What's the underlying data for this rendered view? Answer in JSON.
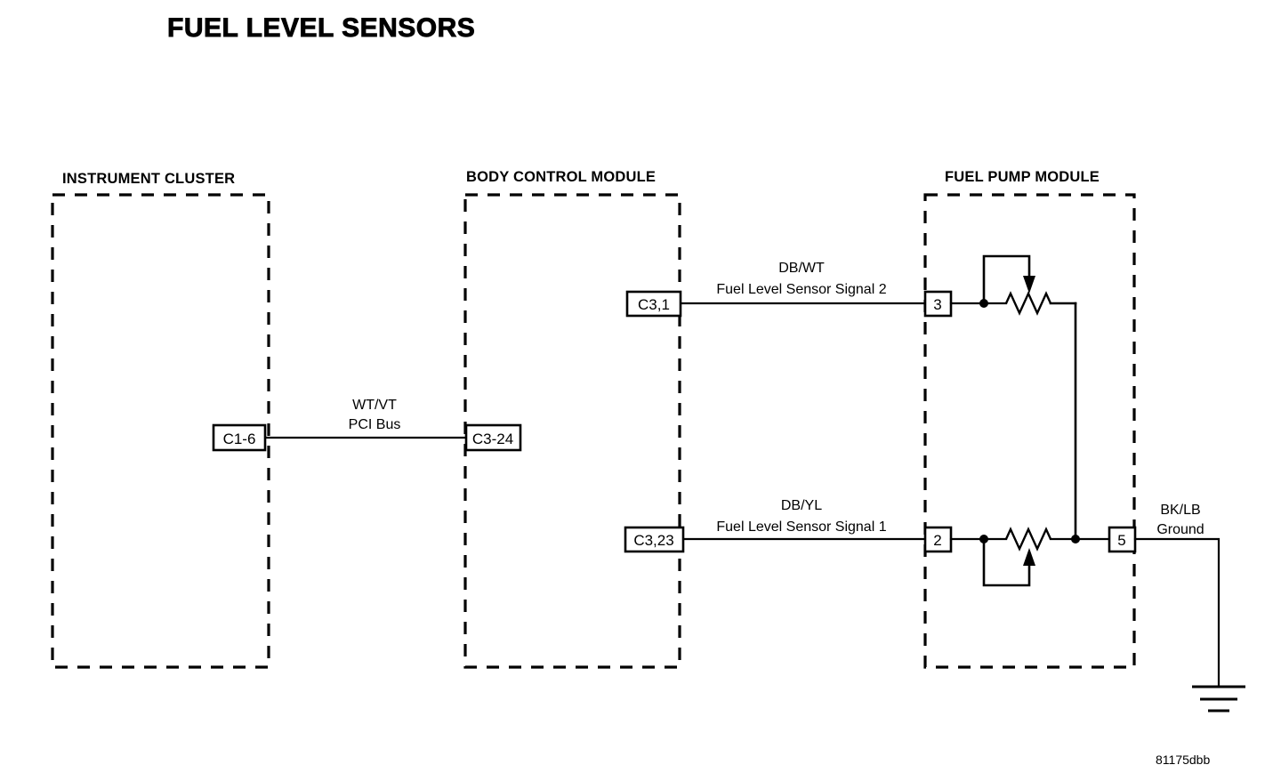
{
  "page": {
    "title": "FUEL LEVEL SENSORS",
    "figure_code": "81175dbb",
    "background_color": "#ffffff",
    "line_color": "#000000"
  },
  "modules": [
    {
      "id": "instrument-cluster",
      "title": "INSTRUMENT CLUSTER"
    },
    {
      "id": "body-control-module",
      "title": "BODY CONTROL MODULE"
    },
    {
      "id": "fuel-pump-module",
      "title": "FUEL PUMP MODULE"
    }
  ],
  "connectors": {
    "cluster_pci": "C1-6",
    "bcm_pci": "C3-24",
    "bcm_signal2": "C3,1",
    "bcm_signal1": "C3,23"
  },
  "pins": {
    "fuel_pump_3": "3",
    "fuel_pump_2": "2",
    "fuel_pump_5": "5"
  },
  "wires": [
    {
      "id": "pci-bus",
      "color_code": "WT/VT",
      "circuit_name": "PCI Bus",
      "from": "C1-6",
      "to": "C3-24"
    },
    {
      "id": "fuel-level-signal-2",
      "color_code": "DB/WT",
      "circuit_name": "Fuel Level Sensor Signal 2",
      "from": "C3,1",
      "to": "3"
    },
    {
      "id": "fuel-level-signal-1",
      "color_code": "DB/YL",
      "circuit_name": "Fuel Level Sensor Signal 1",
      "from": "C3,23",
      "to": "2"
    },
    {
      "id": "ground",
      "color_code": "BK/LB",
      "circuit_name": "Ground",
      "from": "5",
      "to": "ground-symbol"
    }
  ],
  "components": [
    {
      "id": "fuel-level-sensor-2",
      "type": "variable-resistor",
      "wiper_direction": "down",
      "connected_pin": "3"
    },
    {
      "id": "fuel-level-sensor-1",
      "type": "variable-resistor",
      "wiper_direction": "up",
      "connected_pin": "2"
    },
    {
      "id": "chassis-ground",
      "type": "ground-symbol",
      "bars": 3
    }
  ]
}
